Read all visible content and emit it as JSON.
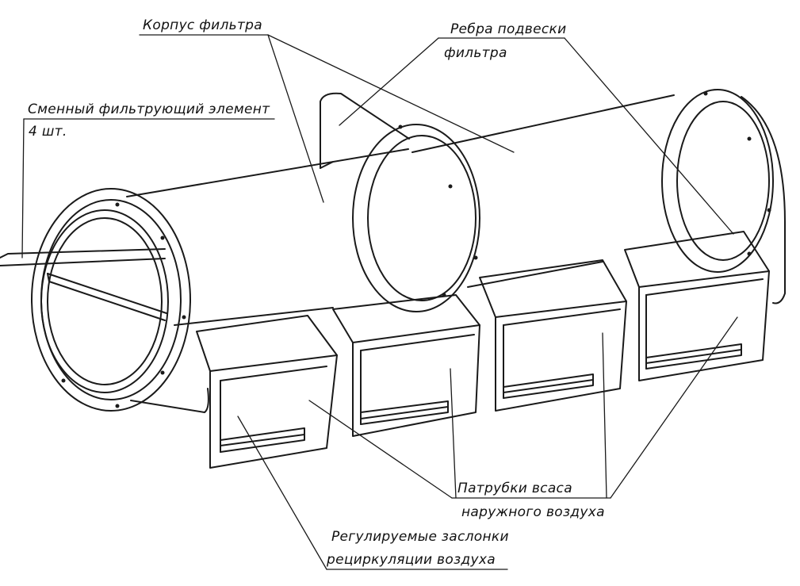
{
  "labels": {
    "filter_body": "Корпус фильтра",
    "suspension_ribs_line1": "Ребра подвески",
    "suspension_ribs_line2": "фильтра",
    "filter_element_line1": "Сменный фильтрующий элемент",
    "filter_element_line2": "4 шт.",
    "intake_nozzles_line1": "Патрубки всаса",
    "intake_nozzles_line2": "наружного воздуха",
    "dampers_line1": "Регулируемые заслонки",
    "dampers_line2": "рециркуляции воздуха"
  },
  "colors": {
    "line": "#1a1a1a",
    "background": "#ffffff"
  }
}
